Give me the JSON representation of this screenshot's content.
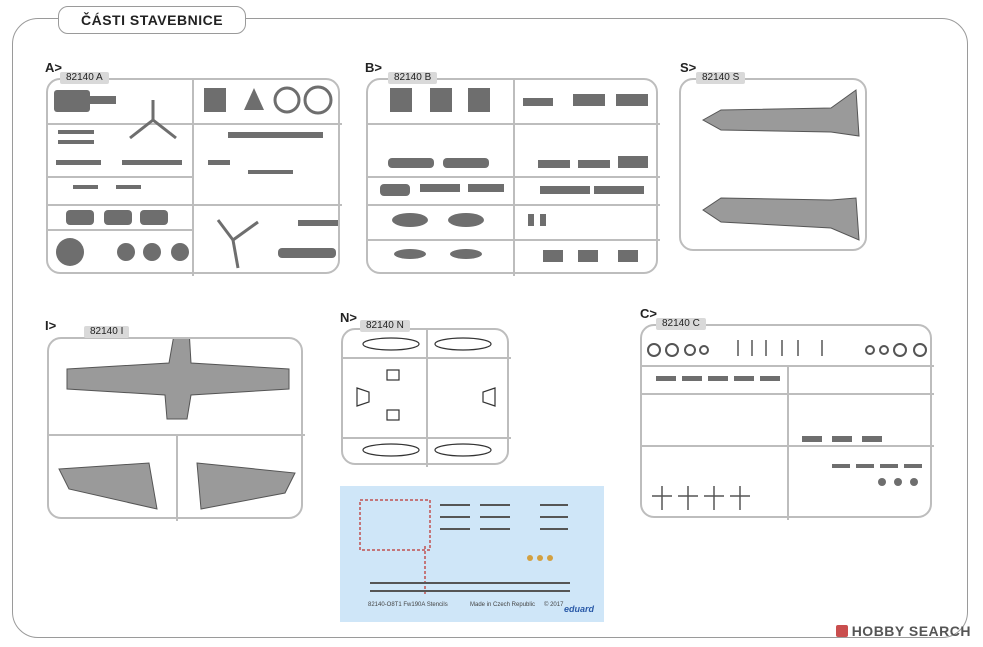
{
  "page": {
    "title": "ČÁSTI STAVEBNICE"
  },
  "sections": {
    "a": {
      "label": "A>",
      "sprue": "82140 A"
    },
    "b": {
      "label": "B>",
      "sprue": "82140 B"
    },
    "s": {
      "label": "S>",
      "sprue": "82140 S"
    },
    "i": {
      "label": "I>",
      "sprue": "82140 I"
    },
    "n": {
      "label": "N>",
      "sprue": "82140 N"
    },
    "c": {
      "label": "C>",
      "sprue": "82140 C"
    }
  },
  "decal": {
    "code": "82140-O8T1 Fw190A Stencils",
    "made_in": "Made in Czech Republic",
    "copyright": "© 2017",
    "brand": "eduard"
  },
  "footer": {
    "watermark": "HOBBY SEARCH"
  },
  "colors": {
    "sprue_frame": "#bdbdbd",
    "parts": "#6e6e6e",
    "decal_bg": "#cfe6f8"
  }
}
